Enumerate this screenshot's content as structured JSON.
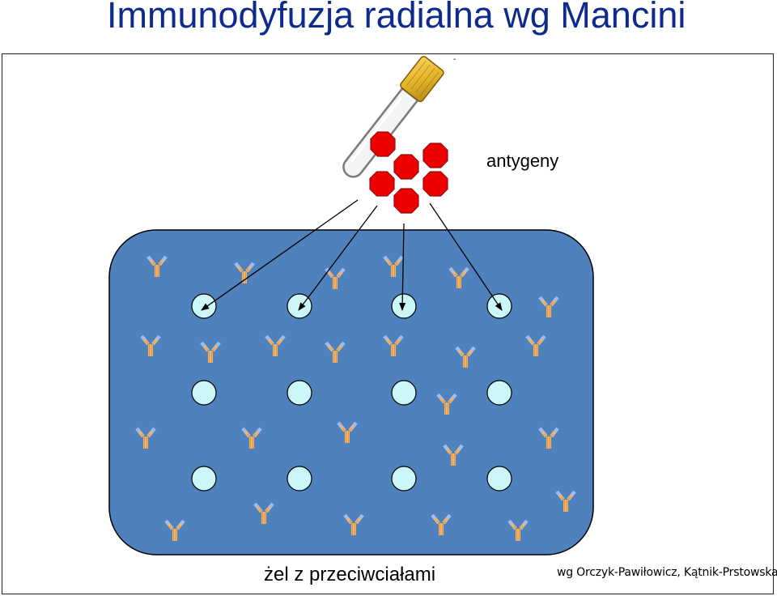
{
  "title": "Immunodyfuzja radialna wg Mancini",
  "labels": {
    "antigens": "antygeny",
    "gel": "żel z przeciwciałami",
    "credit": "wg Orczyk-Pawiłowicz, Kątnik-Prstowska",
    "tube_mark": "-"
  },
  "colors": {
    "title": "#0d2a8c",
    "gel_fill": "#4f81bd",
    "well_fill": "#ccf7f9",
    "antigen_fill": "#ee0000",
    "antibody_fc": "#f4b26a",
    "antibody_fab": "#9bbcf4",
    "tube_cap": "#e6b62a"
  },
  "icons": {
    "tube": "test-tube-icon",
    "antigen": "antigen-octagon-icon",
    "antibody": "antibody-y-icon",
    "well": "gel-well-circle"
  }
}
